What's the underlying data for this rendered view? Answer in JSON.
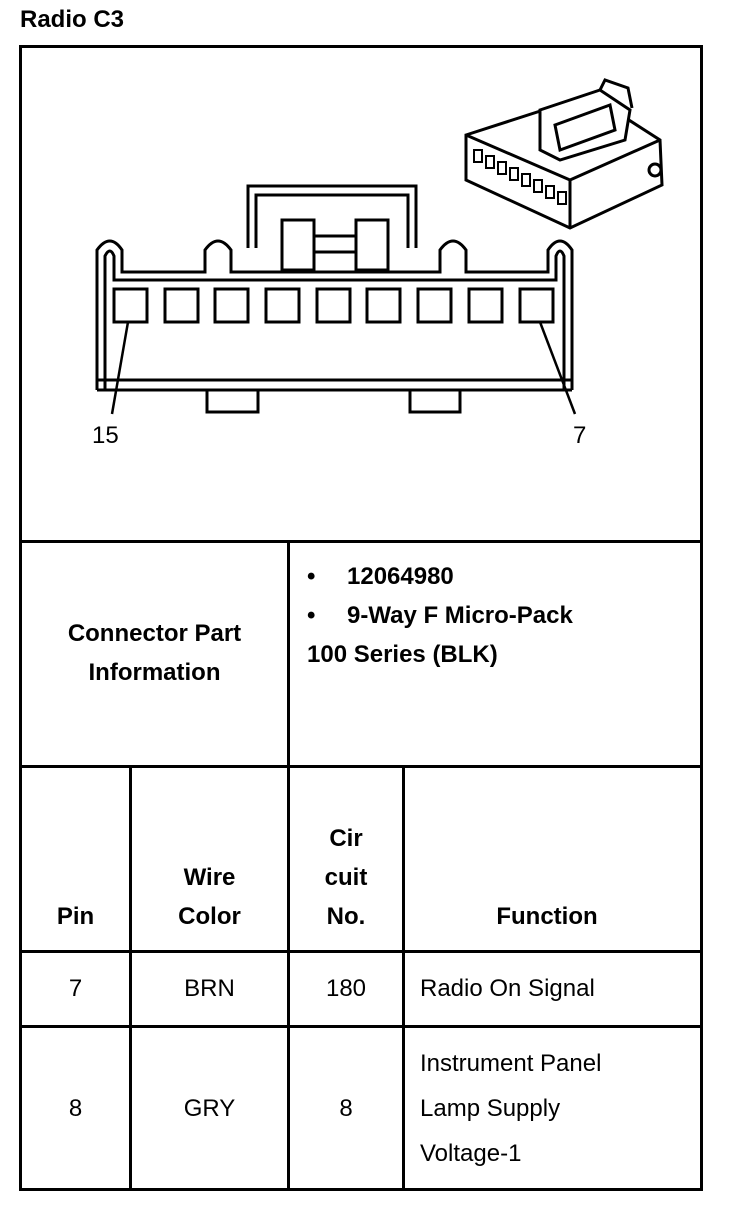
{
  "title": "Radio C3",
  "diagram": {
    "pin_left_label": "15",
    "pin_right_label": "7"
  },
  "connector_info": {
    "label_line1": "Connector Part",
    "label_line2": "Information",
    "bullet": "•",
    "part_number": "12064980",
    "type_line1": "9-Way F Micro-Pack",
    "type_line2": "100 Series (BLK)"
  },
  "table": {
    "headers": {
      "pin": "Pin",
      "wire_color_1": "Wire",
      "wire_color_2": "Color",
      "circuit_1": "Cir",
      "circuit_2": "cuit",
      "circuit_3": "No.",
      "function": "Function"
    },
    "rows": [
      {
        "pin": "7",
        "wire_color": "BRN",
        "circuit": "180",
        "function_lines": [
          "Radio On Signal"
        ]
      },
      {
        "pin": "8",
        "wire_color": "GRY",
        "circuit": "8",
        "function_lines": [
          "Instrument Panel",
          "Lamp Supply",
          "Voltage-1"
        ]
      }
    ]
  }
}
